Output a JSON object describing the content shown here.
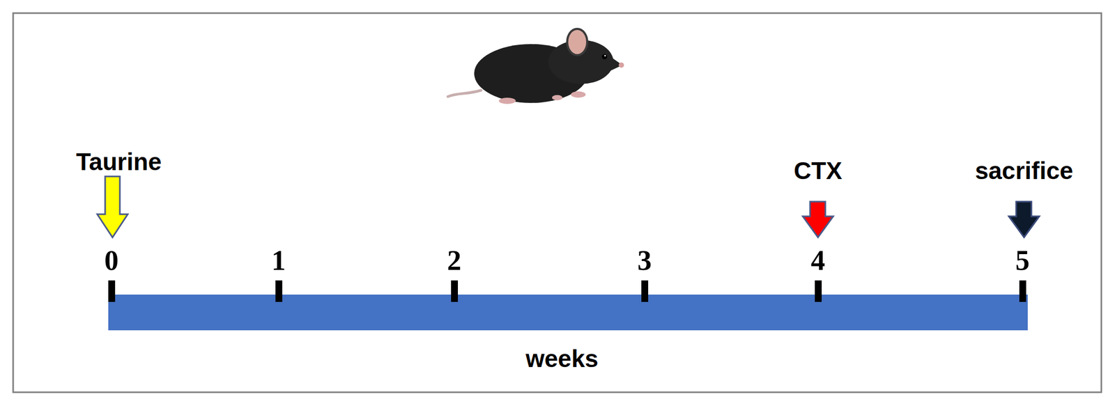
{
  "diagram": {
    "labels": [
      "Taurine",
      "CTX",
      "sacrifice",
      "0",
      "1",
      "2",
      "3",
      "4",
      "5",
      "weeks"
    ]
  }
}
